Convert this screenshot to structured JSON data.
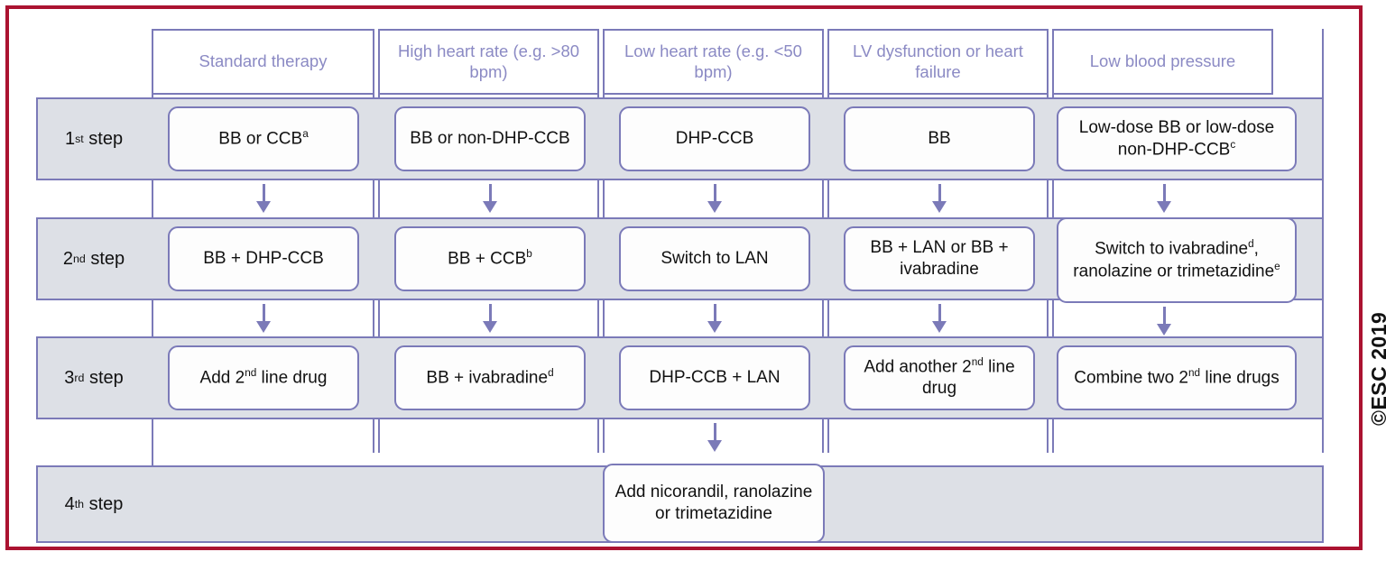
{
  "figure": {
    "copyright": "©ESC 2019",
    "frame_color": "#ab1331",
    "accent_color": "#7b7ab8",
    "header_text_color": "#8b8ac4",
    "band_color": "#dde0e6"
  },
  "columns": [
    {
      "id": "standard",
      "label": "Standard therapy"
    },
    {
      "id": "high-heart-rate",
      "label": "High heart rate (e.g. >80 bpm)"
    },
    {
      "id": "low-heart-rate",
      "label": "Low heart rate (e.g. <50 bpm)"
    },
    {
      "id": "lv-dysfunction",
      "label": "LV dysfunction or heart failure"
    },
    {
      "id": "low-blood-pressure",
      "label": "Low blood pressure"
    }
  ],
  "steps": [
    {
      "id": "step-1",
      "label": "1st step",
      "ordinal": "1",
      "suffix": "st"
    },
    {
      "id": "step-2",
      "label": "2nd step",
      "ordinal": "2",
      "suffix": "nd"
    },
    {
      "id": "step-3",
      "label": "3rd step",
      "ordinal": "3",
      "suffix": "rd"
    },
    {
      "id": "step-4",
      "label": "4th step",
      "ordinal": "4",
      "suffix": "th"
    }
  ],
  "cells": {
    "s1c1": {
      "text": "BB or CCB",
      "sup": "a"
    },
    "s1c2": {
      "text": "BB or non-DHP-CCB",
      "sup": ""
    },
    "s1c3": {
      "text": "DHP-CCB",
      "sup": ""
    },
    "s1c4": {
      "text": "BB",
      "sup": ""
    },
    "s1c5": {
      "text": "Low-dose BB or low-dose non-DHP-CCB",
      "sup": "c"
    },
    "s2c1": {
      "text": "BB + DHP-CCB",
      "sup": ""
    },
    "s2c2": {
      "text": "BB + CCB",
      "sup": "b"
    },
    "s2c3": {
      "text": "Switch to LAN",
      "sup": ""
    },
    "s2c4": {
      "text": "BB + LAN or BB + ivabradine",
      "sup": ""
    },
    "s2c5_line1": "Switch to ivabradine",
    "s2c5_sup1": "d",
    "s2c5_line2": ", ranolazine or trimetazidine",
    "s2c5_sup2": "e",
    "s3c1_pre": "Add 2",
    "s3c1_sup": "nd",
    "s3c1_post": " line drug",
    "s3c2": {
      "text": "BB + ivabradine",
      "sup": "d"
    },
    "s3c3": {
      "text": "DHP-CCB + LAN",
      "sup": ""
    },
    "s3c4_pre": "Add another 2",
    "s3c4_sup": "nd",
    "s3c4_post": " line drug",
    "s3c5_pre": "Combine two 2",
    "s3c5_sup": "nd",
    "s3c5_post": " line drugs",
    "s4c3": {
      "text": "Add nicorandil, ranolazine or trimetazidine",
      "sup": ""
    }
  }
}
